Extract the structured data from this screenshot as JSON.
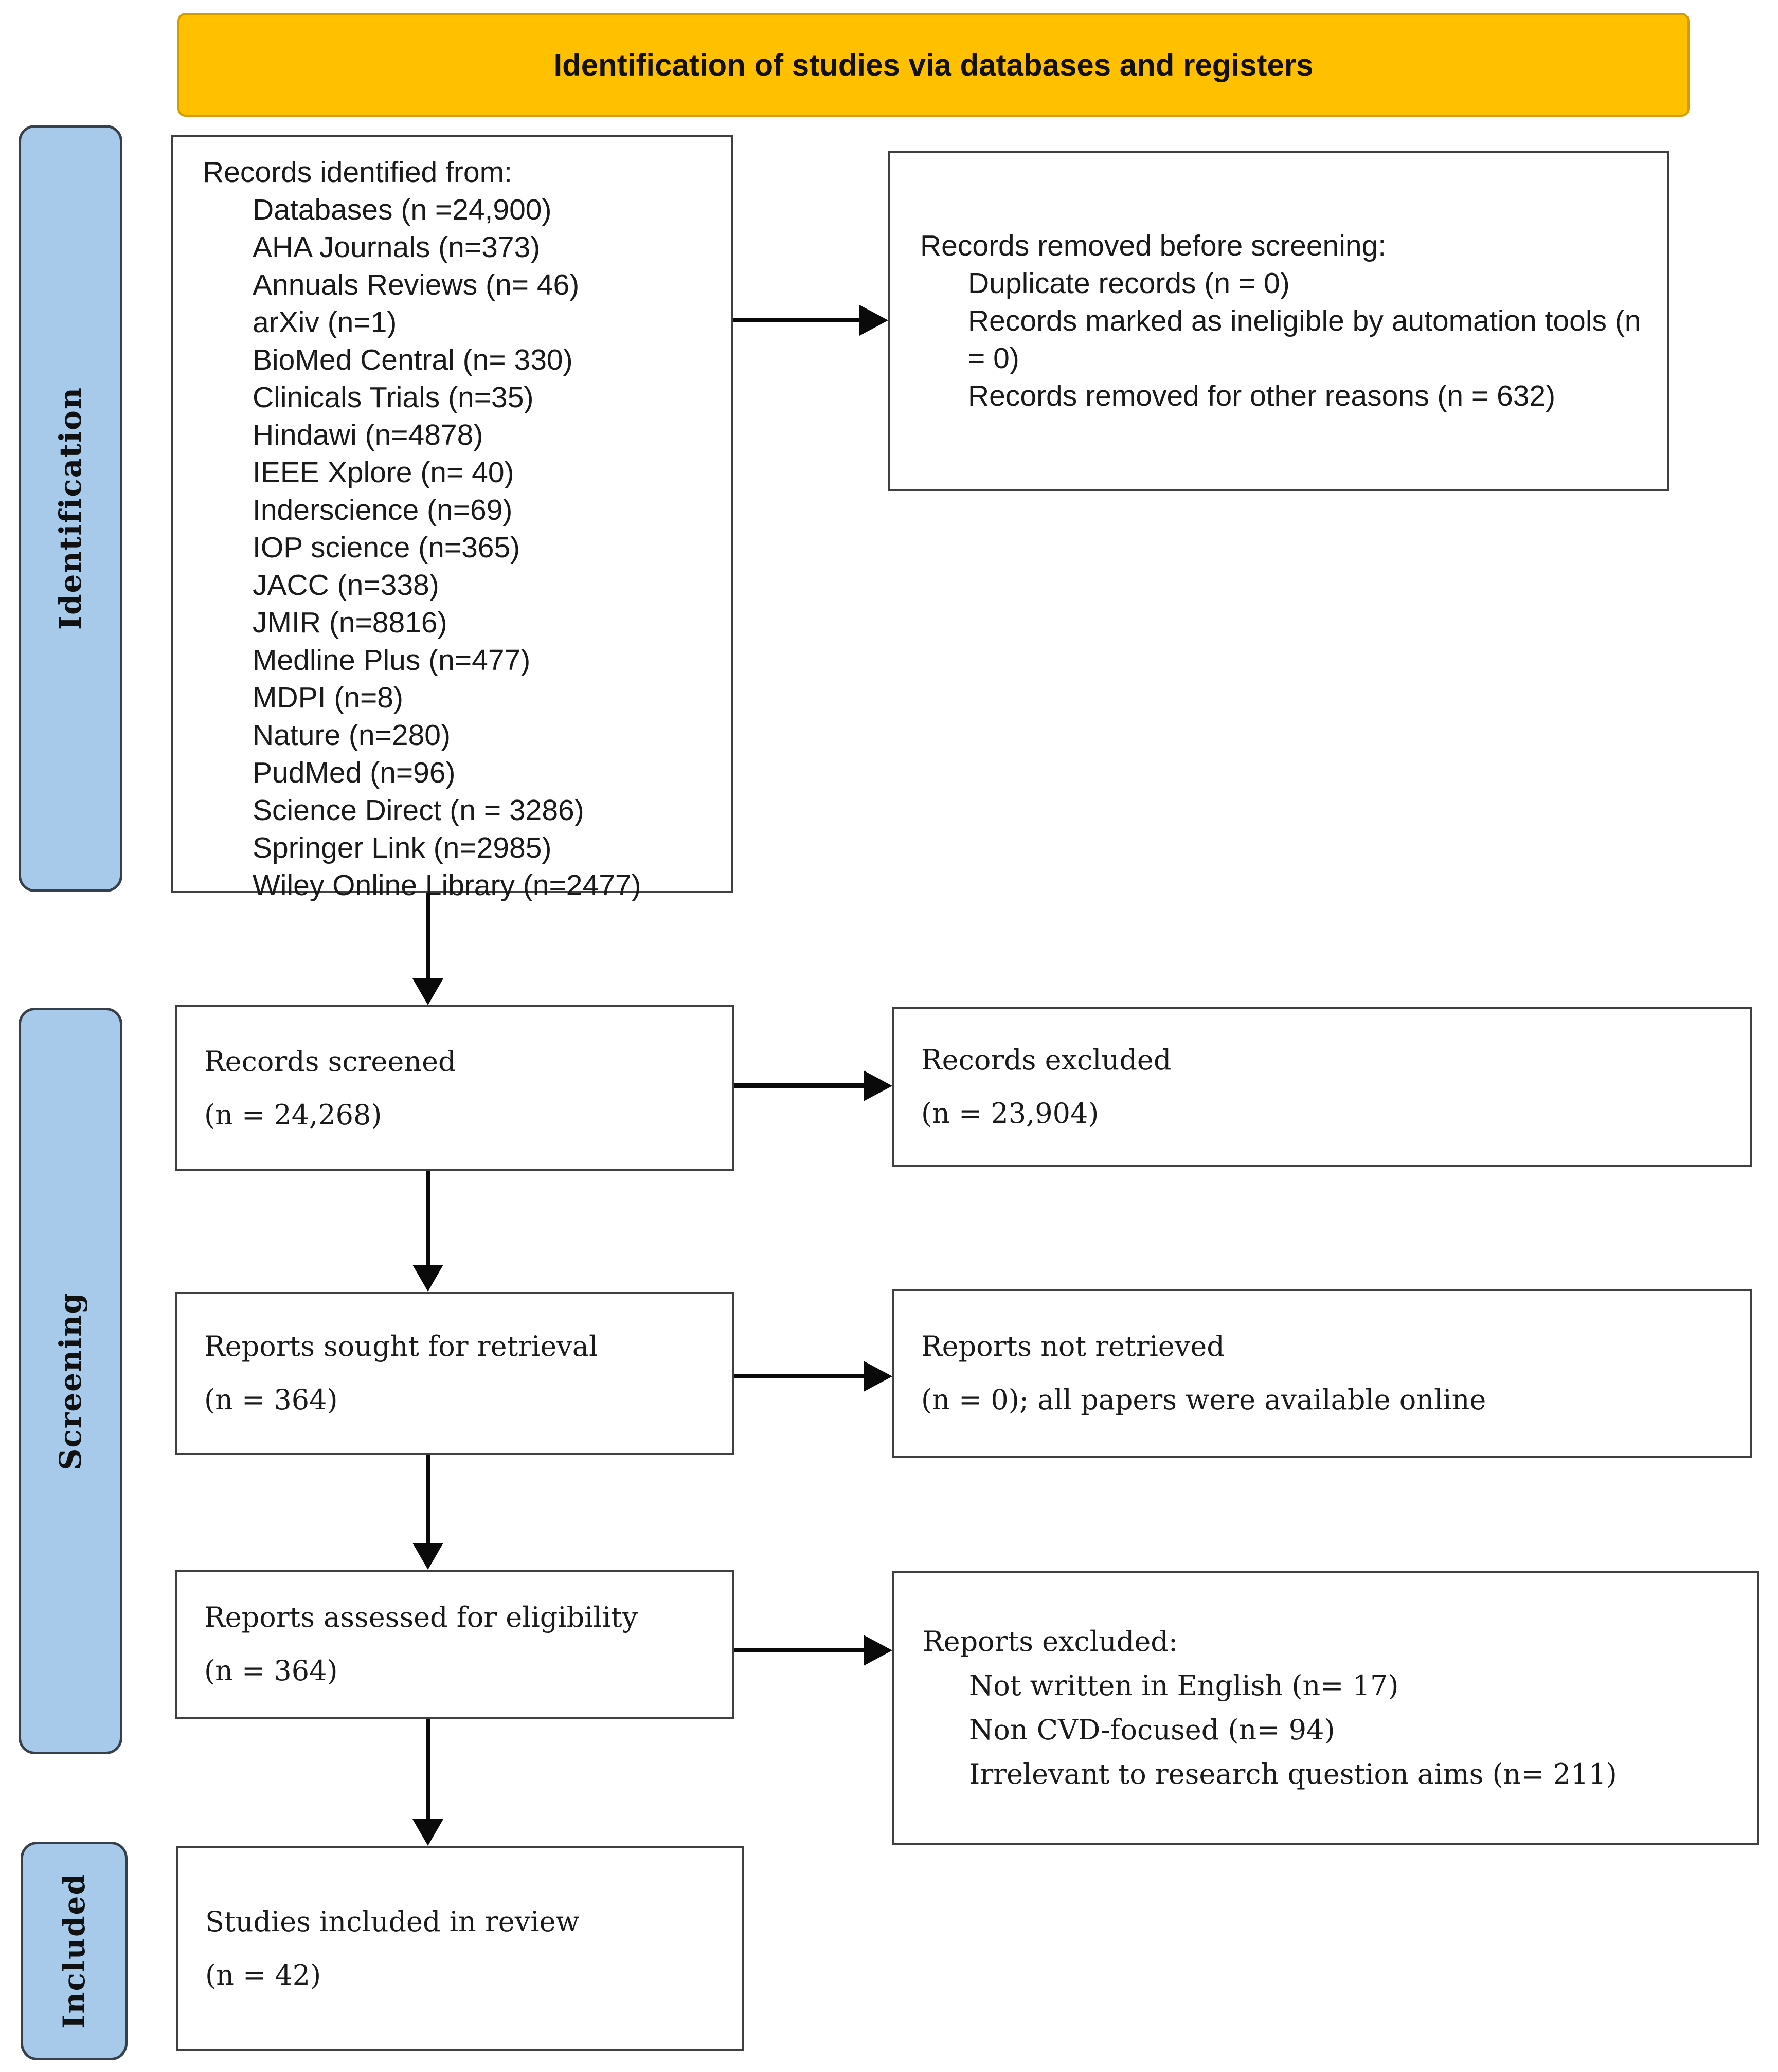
{
  "banner": {
    "title": "Identification of studies via databases and registers"
  },
  "colors": {
    "banner_bg": "#FFC000",
    "stage_label_bg": "#A7C9EA",
    "box_border": "#404040",
    "arrow": "#0a0a0a"
  },
  "stages": {
    "identification": "Identification",
    "screening": "Screening",
    "included": "Included"
  },
  "boxes": {
    "records_identified": {
      "title": "Records identified from:",
      "items": [
        "Databases (n =24,900)",
        "AHA Journals (n=373)",
        "Annuals Reviews (n= 46)",
        "arXiv (n=1)",
        "BioMed Central (n= 330)",
        "Clinicals Trials (n=35)",
        "Hindawi (n=4878)",
        "IEEE Xplore (n= 40)",
        "Inderscience (n=69)",
        "IOP science (n=365)",
        "JACC (n=338)",
        "JMIR (n=8816)",
        "Medline Plus (n=477)",
        "MDPI (n=8)",
        "Nature (n=280)",
        "PudMed (n=96)",
        "Science Direct (n = 3286)",
        "Springer Link (n=2985)",
        "Wiley Online Library (n=2477)"
      ]
    },
    "records_removed": {
      "title": "Records removed before screening:",
      "items": [
        "Duplicate records (n = 0)",
        "Records marked as ineligible by automation tools (n = 0)",
        "Records removed for other reasons (n = 632)"
      ]
    },
    "records_screened": {
      "line1": "Records screened",
      "line2": "(n = 24,268)"
    },
    "records_excluded": {
      "line1": "Records excluded",
      "line2": "(n = 23,904)"
    },
    "reports_sought": {
      "line1": "Reports sought for retrieval",
      "line2": "(n = 364)"
    },
    "reports_not_retrieved": {
      "line1": "Reports not retrieved",
      "line2": "(n = 0); all papers were available online"
    },
    "reports_assessed": {
      "line1": "Reports assessed for eligibility",
      "line2": "(n = 364)"
    },
    "reports_excluded": {
      "title": "Reports excluded:",
      "items": [
        "Not written in English (n= 17)",
        "Non CVD-focused (n= 94)",
        "Irrelevant to research question aims (n= 211)"
      ]
    },
    "studies_included": {
      "line1": "Studies included in review",
      "line2": "(n = 42)"
    }
  }
}
